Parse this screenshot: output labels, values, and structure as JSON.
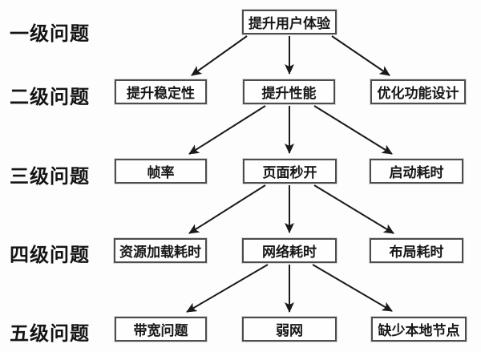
{
  "diagram": {
    "type": "tree",
    "row_labels": [
      "一级问题",
      "二级问题",
      "三级问题",
      "四级问题",
      "五级问题"
    ],
    "nodes": {
      "level1_root": "提升用户体验",
      "level2_stability": "提升稳定性",
      "level2_performance": "提升性能",
      "level2_function_design": "优化功能设计",
      "level3_frame_rate": "帧率",
      "level3_page_instant_open": "页面秒开",
      "level3_startup_time": "启动耗时",
      "level4_resource_load_time": "资源加载耗时",
      "level4_network_time": "网络耗时",
      "level4_layout_time": "布局耗时",
      "level5_bandwidth": "带宽问题",
      "level5_weak_network": "弱网",
      "level5_missing_local_nodes": "缺少本地节点"
    },
    "edges": [
      {
        "from": "提升用户体验",
        "to": "提升稳定性"
      },
      {
        "from": "提升用户体验",
        "to": "提升性能"
      },
      {
        "from": "提升用户体验",
        "to": "优化功能设计"
      },
      {
        "from": "提升性能",
        "to": "帧率"
      },
      {
        "from": "提升性能",
        "to": "页面秒开"
      },
      {
        "from": "提升性能",
        "to": "启动耗时"
      },
      {
        "from": "页面秒开",
        "to": "资源加载耗时"
      },
      {
        "from": "页面秒开",
        "to": "网络耗时"
      },
      {
        "from": "页面秒开",
        "to": "布局耗时"
      },
      {
        "from": "网络耗时",
        "to": "带宽问题"
      },
      {
        "from": "网络耗时",
        "to": "弱网"
      },
      {
        "from": "网络耗时",
        "to": "缺少本地节点"
      }
    ],
    "colors": {
      "background": "#fdfdfd",
      "box_border": "#4d4d4d",
      "arrow": "#1a1a1a",
      "text": "#141414"
    }
  }
}
